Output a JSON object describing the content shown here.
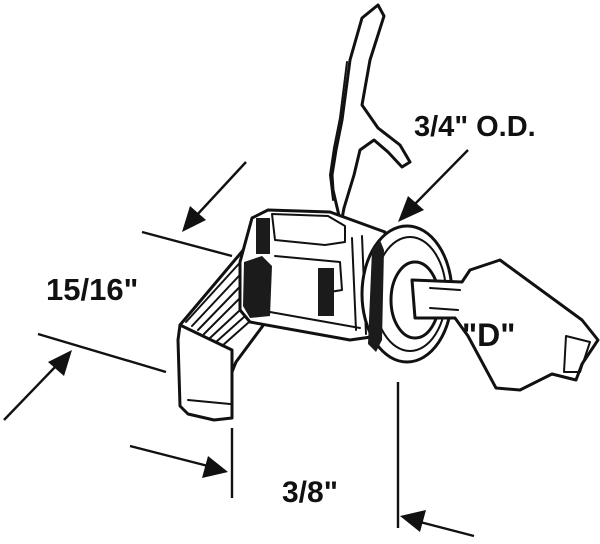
{
  "labels": {
    "outer_diameter": "3/4\" O.D.",
    "length": "15/16\"",
    "key_code": "\"D\"",
    "cam_offset": "3/8\""
  }
}
